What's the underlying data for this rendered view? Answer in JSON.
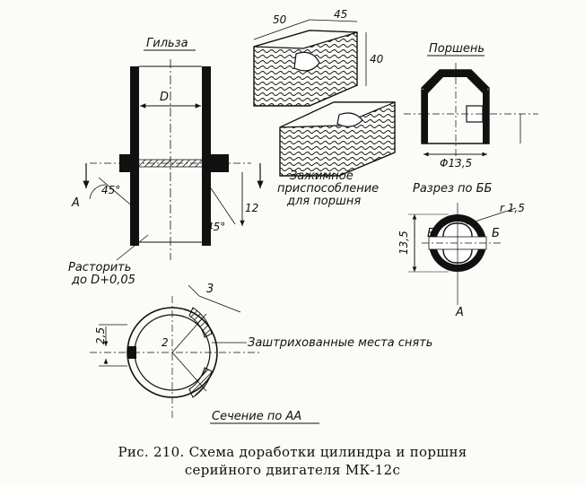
{
  "labels": {
    "sleeve": "Гильза",
    "piston": "Поршень",
    "dim_D": "D",
    "dim_50": "50",
    "dim_45_top": "45",
    "dim_40": "40",
    "fixture_l1": "Зажимное",
    "fixture_l2": "приспособление",
    "fixture_l3": "для поршня",
    "dim_phi": "Φ13,5",
    "section_bb": "Разрез по ББ",
    "dim_r15": "r 1,5",
    "dim_135": "13,5",
    "mark_b_left": "Б",
    "mark_b_right": "Б",
    "mark_a_right": "А",
    "mark_a_left": "А",
    "angle_45_left": "45°",
    "angle_45_right": "45°",
    "dim_12": "12",
    "bore_l1": "Расторить",
    "bore_l2": "до D+0,05",
    "dim_3": "3",
    "dim_25": "2,5",
    "dim_2": "2",
    "hatched": "Заштрихованные места снять",
    "section_aa": "Сечение по АА"
  },
  "caption": {
    "line1": "Рис. 210. Схема доработки цилиндра и поршня",
    "line2": "серийного двигателя МК-12с"
  }
}
